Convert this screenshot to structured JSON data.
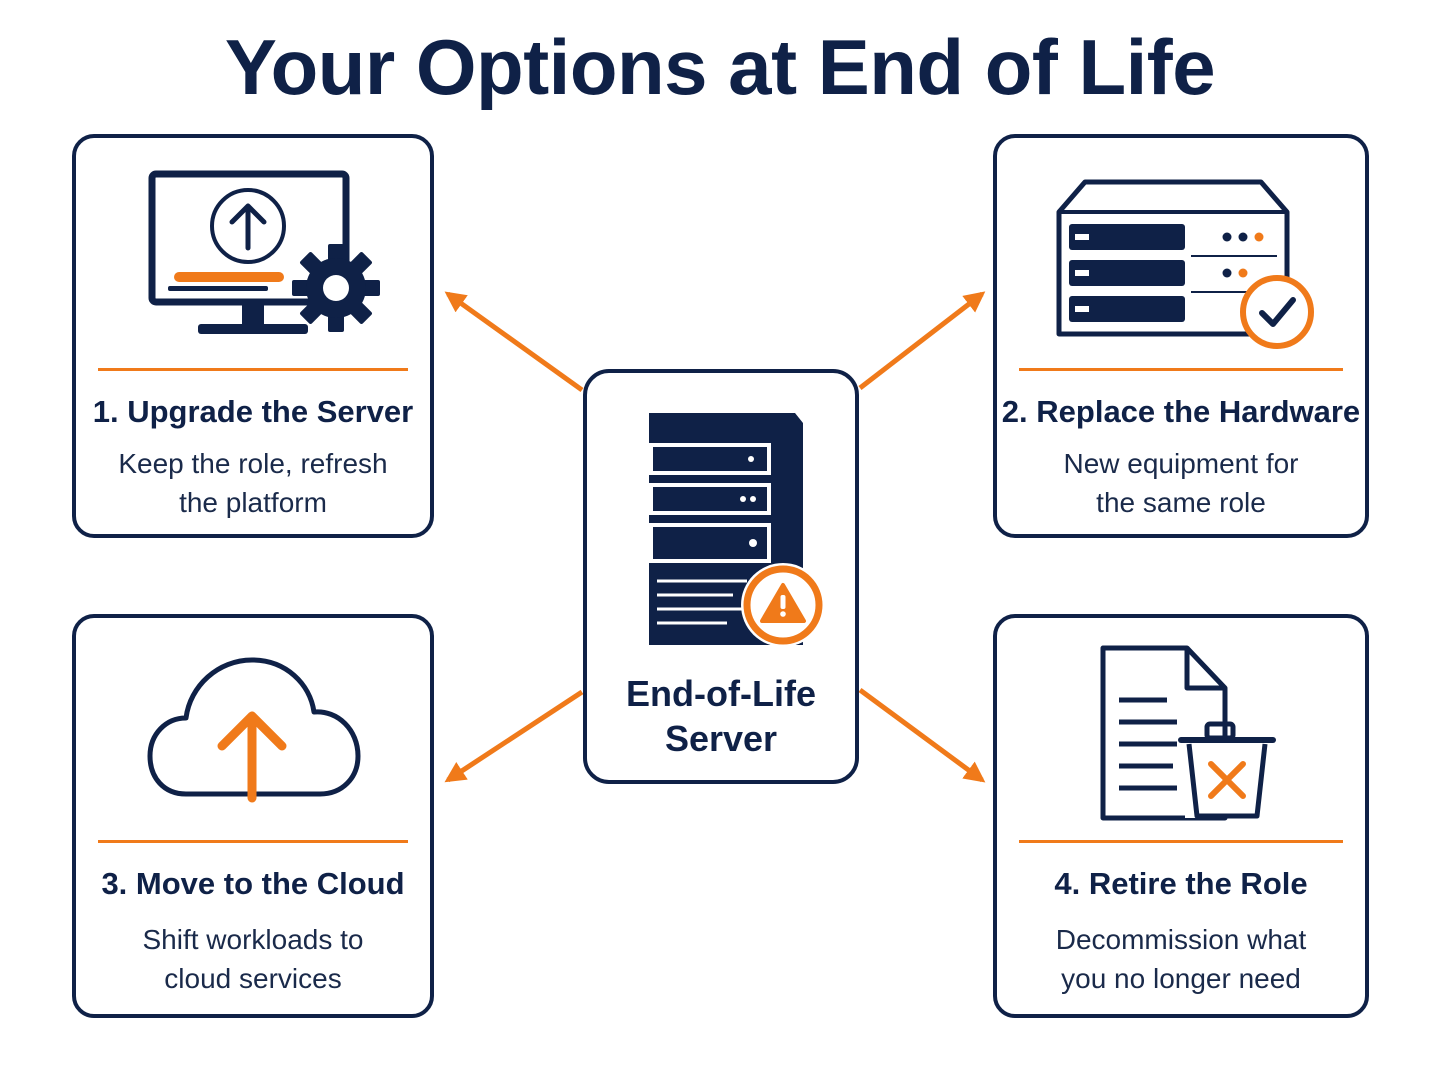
{
  "title": "Your Options at End of Life",
  "center": {
    "label_line1": "End-of-Life",
    "label_line2": "Server",
    "icon": "server-warning-icon"
  },
  "options": [
    {
      "heading": "1. Upgrade the Server",
      "desc_line1": "Keep the role, refresh",
      "desc_line2": "the platform",
      "icon": "monitor-upgrade-gear-icon"
    },
    {
      "heading": "2. Replace the Hardware",
      "desc_line1": "New equipment for",
      "desc_line2": "the same role",
      "icon": "rack-server-check-icon"
    },
    {
      "heading": "3. Move to the Cloud",
      "desc_line1": "Shift workloads to",
      "desc_line2": "cloud services",
      "icon": "cloud-upload-icon"
    },
    {
      "heading": "4. Retire the Role",
      "desc_line1": "Decommission what",
      "desc_line2": "you no longer need",
      "icon": "document-trash-icon"
    }
  ],
  "colors": {
    "navy": "#0f2147",
    "accent": "#f07a1a",
    "background": "#ffffff"
  }
}
